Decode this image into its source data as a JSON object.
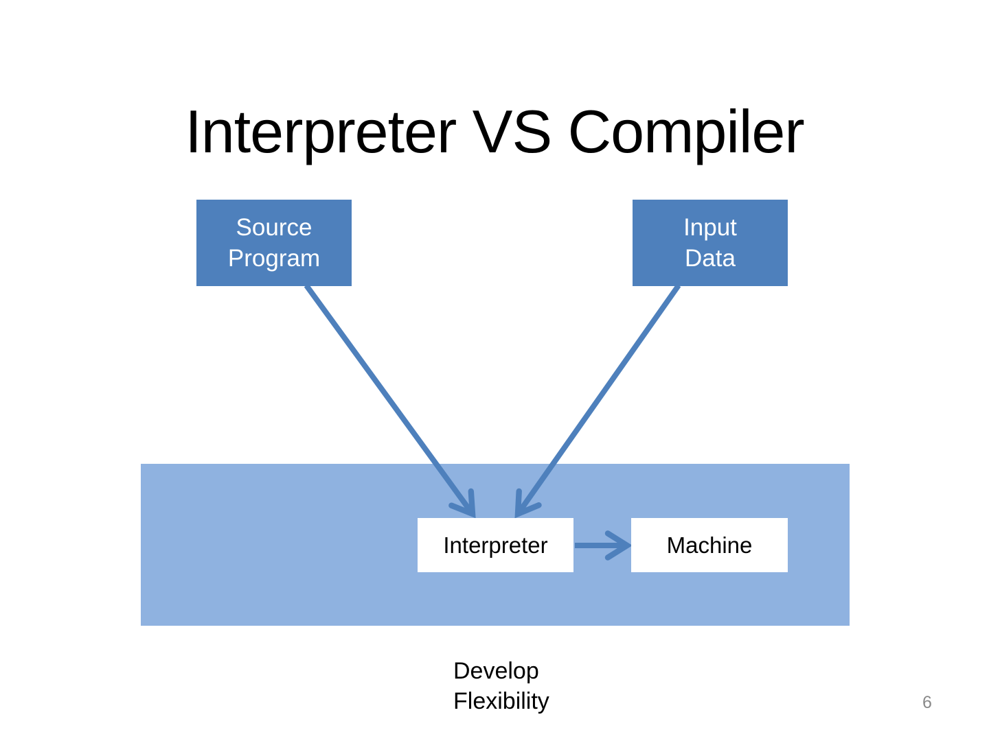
{
  "slide": {
    "title": "Interpreter VS Compiler",
    "caption": "Develop\nFlexibility",
    "page_number": "6"
  },
  "diagram": {
    "source_program_label": "Source\nProgram",
    "input_data_label": "Input\nData",
    "interpreter_label": "Interpreter",
    "machine_label": "Machine",
    "arrows": [
      {
        "from": "Source Program",
        "to": "Interpreter"
      },
      {
        "from": "Input Data",
        "to": "Interpreter"
      },
      {
        "from": "Interpreter",
        "to": "Machine"
      }
    ]
  },
  "colors": {
    "node_fill": "#4e80bc",
    "band_fill": "#8fb2e0",
    "arrow_stroke": "#4e80bc",
    "node_text": "#ffffff",
    "body_text": "#000000",
    "page_number_text": "#898989"
  }
}
